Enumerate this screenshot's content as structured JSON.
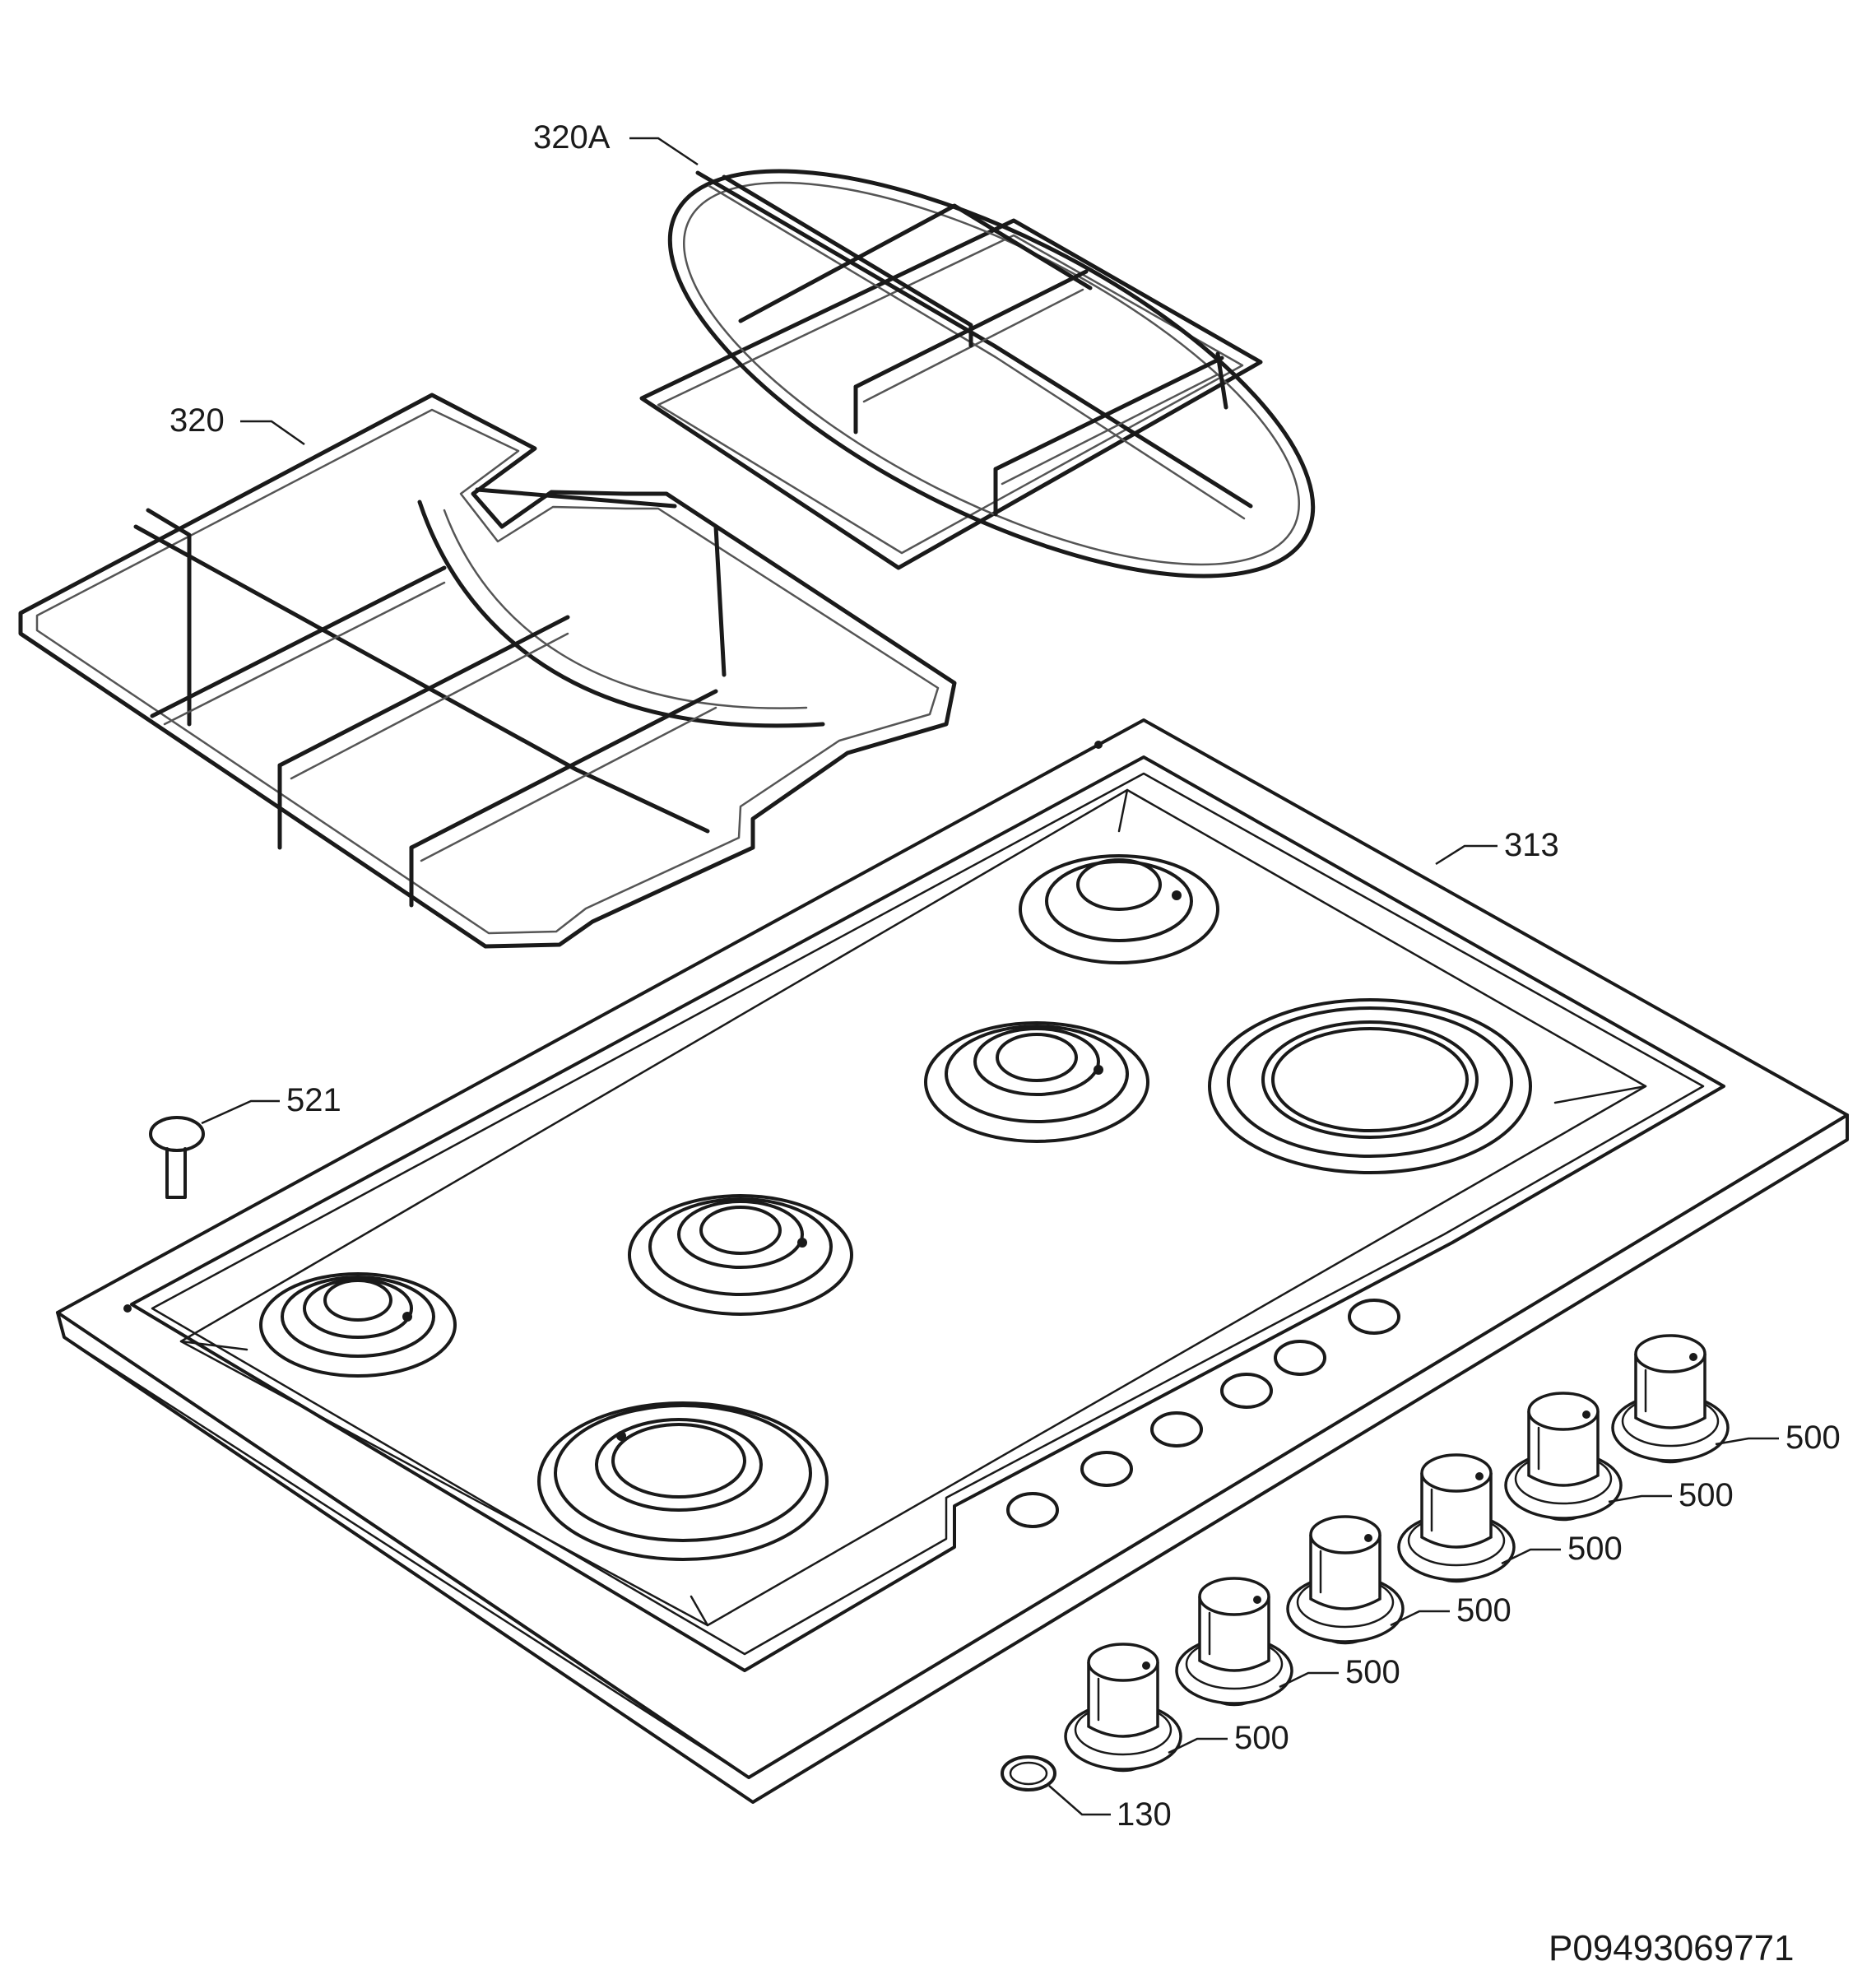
{
  "diagram": {
    "document_id": "P09493069771",
    "parts": {
      "grate_right": {
        "label": "320A"
      },
      "grate_left": {
        "label": "320"
      },
      "hob_top": {
        "label": "313"
      },
      "screw": {
        "label": "521"
      },
      "seal": {
        "label": "130"
      },
      "knobs": [
        {
          "label": "500"
        },
        {
          "label": "500"
        },
        {
          "label": "500"
        },
        {
          "label": "500"
        },
        {
          "label": "500"
        },
        {
          "label": "500"
        }
      ]
    }
  }
}
